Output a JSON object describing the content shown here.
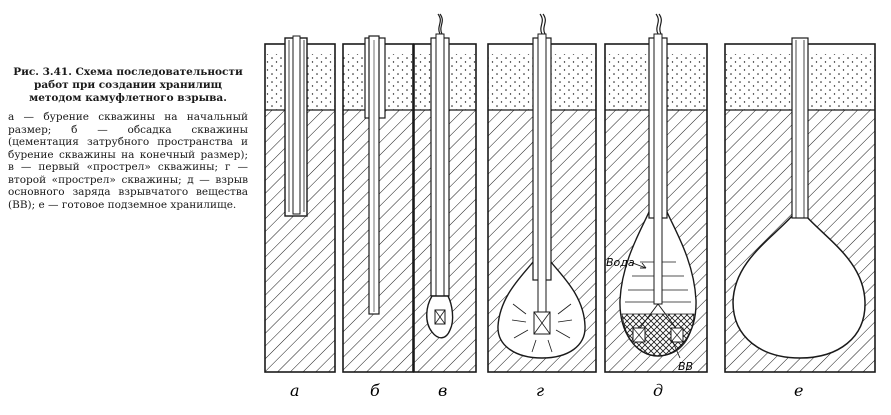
{
  "caption": {
    "title": "Рис. 3.41. Схема последовательности работ при создании хранилищ методом камуфлетного взрыва.",
    "legend": "а — бурение скважины на начальный размер; б — обсадка скважины (цементация затрубного пространства и бурение скважины на конечный размер); в — первый «прострел» скважины; г — второй «прострел» скважины; д — взрыв основного заряда взрывчатого вещества (ВВ); е — готовое подземное хранилище."
  },
  "panels": [
    {
      "label": "а"
    },
    {
      "label": "б"
    },
    {
      "label": "в"
    },
    {
      "label": "г"
    },
    {
      "label": "д",
      "annotations": {
        "water": "Вода",
        "explosive": "ВВ"
      }
    },
    {
      "label": "е"
    }
  ],
  "colors": {
    "ink": "#1a1a1a",
    "background": "#ffffff"
  }
}
